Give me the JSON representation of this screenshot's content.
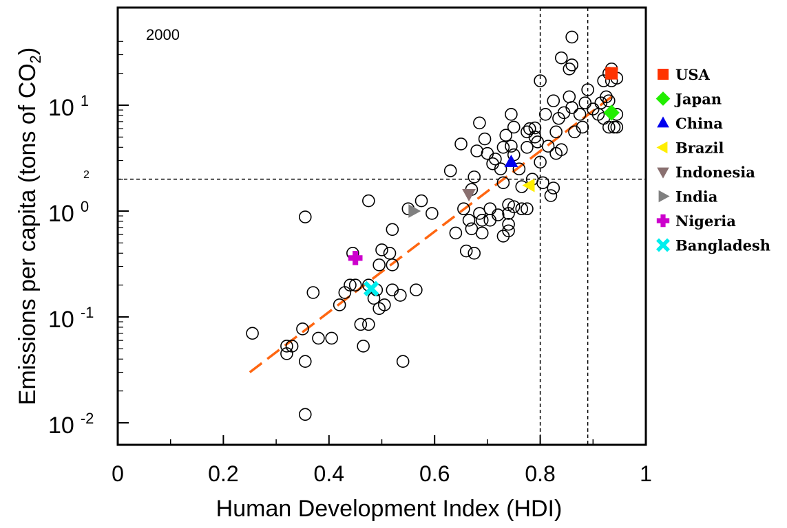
{
  "chart_data": {
    "type": "scatter",
    "year_label": "2000",
    "xlabel": "Human Development Index (HDI)",
    "ylabel_main": "Emissions per capita (tons of CO",
    "ylabel_sub": "2",
    "ylabel_close": ")",
    "yscale": "log",
    "xlim": [
      0,
      1
    ],
    "ylim": [
      0.006,
      80
    ],
    "x_ticks": [
      {
        "value": 0,
        "label": "0"
      },
      {
        "value": 0.2,
        "label": "0.2"
      },
      {
        "value": 0.4,
        "label": "0.4"
      },
      {
        "value": 0.6,
        "label": "0.6"
      },
      {
        "value": 0.8,
        "label": "0.8"
      },
      {
        "value": 1,
        "label": "1"
      }
    ],
    "y_ticks": [
      {
        "value": 10,
        "base": "10",
        "exp": "1"
      },
      {
        "value": 1,
        "base": "10",
        "exp": "0"
      },
      {
        "value": 0.1,
        "base": "10",
        "exp": "-1"
      },
      {
        "value": 0.01,
        "base": "10",
        "exp": "-2"
      }
    ],
    "y_stray_label": {
      "value": 2,
      "label": "2"
    },
    "reference_lines": {
      "horizontal_y": 2,
      "vertical_x": [
        0.8,
        0.89
      ]
    },
    "trend_line": {
      "x": [
        0.25,
        0.935
      ],
      "y": [
        0.03,
        12
      ]
    },
    "grid": false,
    "legend_position": "right",
    "points": [
      [
        0.255,
        0.07
      ],
      [
        0.32,
        0.045
      ],
      [
        0.32,
        0.053
      ],
      [
        0.33,
        0.053
      ],
      [
        0.35,
        0.077
      ],
      [
        0.355,
        0.88
      ],
      [
        0.355,
        0.038
      ],
      [
        0.355,
        0.012
      ],
      [
        0.37,
        0.17
      ],
      [
        0.38,
        0.063
      ],
      [
        0.405,
        0.063
      ],
      [
        0.42,
        0.13
      ],
      [
        0.43,
        0.17
      ],
      [
        0.44,
        0.2
      ],
      [
        0.45,
        0.2
      ],
      [
        0.445,
        0.4
      ],
      [
        0.46,
        0.085
      ],
      [
        0.465,
        0.053
      ],
      [
        0.475,
        0.085
      ],
      [
        0.475,
        0.2
      ],
      [
        0.475,
        1.25
      ],
      [
        0.485,
        0.15
      ],
      [
        0.49,
        0.18
      ],
      [
        0.495,
        0.12
      ],
      [
        0.495,
        0.31
      ],
      [
        0.5,
        0.43
      ],
      [
        0.505,
        0.13
      ],
      [
        0.515,
        0.4
      ],
      [
        0.52,
        0.18
      ],
      [
        0.52,
        0.31
      ],
      [
        0.52,
        0.67
      ],
      [
        0.535,
        0.16
      ],
      [
        0.54,
        0.038
      ],
      [
        0.55,
        1.05
      ],
      [
        0.565,
        0.18
      ],
      [
        0.575,
        1.25
      ],
      [
        0.595,
        0.95
      ],
      [
        0.63,
        2.4
      ],
      [
        0.64,
        0.62
      ],
      [
        0.65,
        4.3
      ],
      [
        0.655,
        1.05
      ],
      [
        0.66,
        0.42
      ],
      [
        0.665,
        0.82
      ],
      [
        0.67,
        1.6
      ],
      [
        0.67,
        0.68
      ],
      [
        0.675,
        2.1
      ],
      [
        0.675,
        0.4
      ],
      [
        0.68,
        3.7
      ],
      [
        0.685,
        6.8
      ],
      [
        0.685,
        0.95
      ],
      [
        0.69,
        0.82
      ],
      [
        0.69,
        0.62
      ],
      [
        0.695,
        4.8
      ],
      [
        0.7,
        3.5
      ],
      [
        0.705,
        1.05
      ],
      [
        0.705,
        0.82
      ],
      [
        0.71,
        2.8
      ],
      [
        0.715,
        3.1
      ],
      [
        0.72,
        0.92
      ],
      [
        0.725,
        2.5
      ],
      [
        0.73,
        4.0
      ],
      [
        0.73,
        1.85
      ],
      [
        0.73,
        0.58
      ],
      [
        0.735,
        5.2
      ],
      [
        0.74,
        1.15
      ],
      [
        0.74,
        0.95
      ],
      [
        0.74,
        0.75
      ],
      [
        0.74,
        0.65
      ],
      [
        0.745,
        8.2
      ],
      [
        0.745,
        4.1
      ],
      [
        0.75,
        6.2
      ],
      [
        0.75,
        3.4
      ],
      [
        0.75,
        1.1
      ],
      [
        0.76,
        2.5
      ],
      [
        0.765,
        1.7
      ],
      [
        0.765,
        1.05
      ],
      [
        0.775,
        1.05
      ],
      [
        0.775,
        4.0
      ],
      [
        0.775,
        5.6
      ],
      [
        0.78,
        6.0
      ],
      [
        0.785,
        2.0
      ],
      [
        0.79,
        5.0
      ],
      [
        0.79,
        6.1
      ],
      [
        0.795,
        4.5
      ],
      [
        0.8,
        17.0
      ],
      [
        0.8,
        2.9
      ],
      [
        0.805,
        1.85
      ],
      [
        0.81,
        8.2
      ],
      [
        0.815,
        4.1
      ],
      [
        0.82,
        1.4
      ],
      [
        0.825,
        11.0
      ],
      [
        0.825,
        1.65
      ],
      [
        0.83,
        5.6
      ],
      [
        0.83,
        3.5
      ],
      [
        0.835,
        7.5
      ],
      [
        0.84,
        3.8
      ],
      [
        0.84,
        28.0
      ],
      [
        0.845,
        8.5
      ],
      [
        0.855,
        12.0
      ],
      [
        0.855,
        22.0
      ],
      [
        0.86,
        9.5
      ],
      [
        0.86,
        24.0
      ],
      [
        0.86,
        44.0
      ],
      [
        0.865,
        5.6
      ],
      [
        0.875,
        8.2
      ],
      [
        0.88,
        6.2
      ],
      [
        0.885,
        10.5
      ],
      [
        0.89,
        14.0
      ],
      [
        0.9,
        9.2
      ],
      [
        0.91,
        8.2
      ],
      [
        0.915,
        10.5
      ],
      [
        0.92,
        7.5
      ],
      [
        0.92,
        17.0
      ],
      [
        0.925,
        12.0
      ],
      [
        0.93,
        6.2
      ],
      [
        0.93,
        20.0
      ],
      [
        0.935,
        22.0
      ],
      [
        0.935,
        17.0
      ],
      [
        0.94,
        6.2
      ],
      [
        0.945,
        6.2
      ],
      [
        0.945,
        8.2
      ],
      [
        0.945,
        18.0
      ],
      [
        0.93,
        11.0
      ]
    ],
    "highlighted": [
      {
        "name": "USA",
        "x": 0.935,
        "y": 20.0,
        "marker": "square",
        "color": "#ff3300"
      },
      {
        "name": "Japan",
        "x": 0.935,
        "y": 8.5,
        "marker": "diamond",
        "color": "#22ee00"
      },
      {
        "name": "China",
        "x": 0.745,
        "y": 2.9,
        "marker": "triangle-up",
        "color": "#0000ee"
      },
      {
        "name": "Brazil",
        "x": 0.78,
        "y": 1.75,
        "marker": "triangle-left",
        "color": "#ffee00"
      },
      {
        "name": "Indonesia",
        "x": 0.665,
        "y": 1.45,
        "marker": "triangle-down",
        "color": "#8a7070"
      },
      {
        "name": "India",
        "x": 0.56,
        "y": 1.0,
        "marker": "triangle-right",
        "color": "#808080"
      },
      {
        "name": "Nigeria",
        "x": 0.45,
        "y": 0.36,
        "marker": "plus",
        "color": "#cc00cc"
      },
      {
        "name": "Bangladesh",
        "x": 0.48,
        "y": 0.185,
        "marker": "x",
        "color": "#00eeee"
      }
    ]
  }
}
